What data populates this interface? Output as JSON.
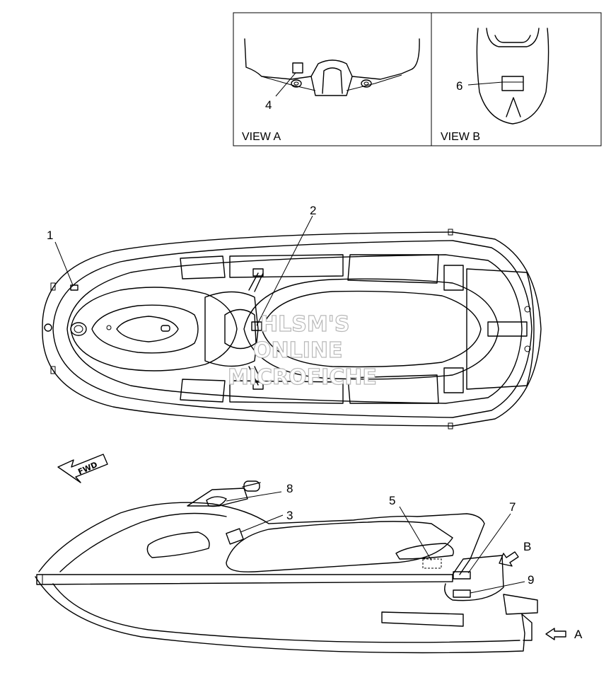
{
  "views": {
    "view_a": "VIEW A",
    "view_b": "VIEW B"
  },
  "callouts": {
    "c1": "1",
    "c2": "2",
    "c3": "3",
    "c4": "4",
    "c5": "5",
    "c6": "6",
    "c7": "7",
    "c8": "8",
    "c9": "9",
    "arrow_a": "A",
    "arrow_b": "B"
  },
  "direction_badge": "FWD",
  "watermark": {
    "line1": "HLSM'S",
    "line2": "ONLINE",
    "line3": "MICROFICHE"
  }
}
